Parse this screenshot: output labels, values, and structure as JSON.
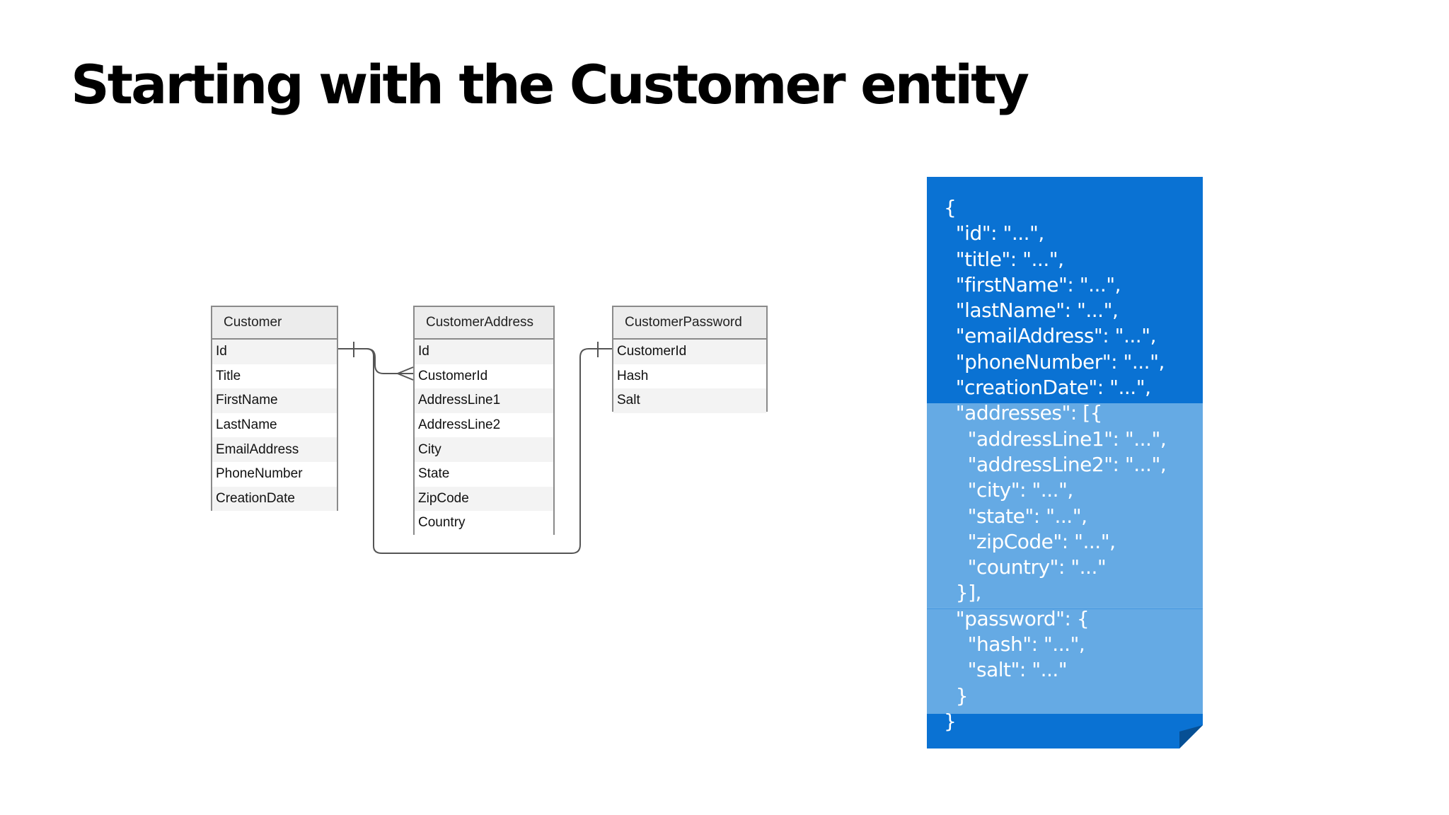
{
  "slide": {
    "title": "Starting with the Customer entity"
  },
  "colors": {
    "doc_dark": "#0a72d3",
    "doc_light": "#65aae4",
    "doc_fold": "#064f94",
    "entity_border": "#8a8a8a",
    "entity_header": "#ececec"
  },
  "entities": [
    {
      "name": "Customer",
      "fields": [
        "Id",
        "Title",
        "FirstName",
        "LastName",
        "EmailAddress",
        "PhoneNumber",
        "CreationDate"
      ]
    },
    {
      "name": "CustomerAddress",
      "fields": [
        "Id",
        "CustomerId",
        "AddressLine1",
        "AddressLine2",
        "City",
        "State",
        "ZipCode",
        "Country"
      ]
    },
    {
      "name": "CustomerPassword",
      "fields": [
        "CustomerId",
        "Hash",
        "Salt"
      ]
    }
  ],
  "relationships": [
    {
      "from": "Customer.Id",
      "to": "CustomerAddress.CustomerId",
      "type": "one-to-many"
    },
    {
      "from": "Customer.Id",
      "to": "CustomerPassword.CustomerId",
      "type": "one-to-one"
    }
  ],
  "json_document": {
    "lines": [
      "{",
      "  \"id\": \"...\",",
      "  \"title\": \"...\",",
      "  \"firstName\": \"...\",",
      "  \"lastName\": \"...\",",
      "  \"emailAddress\": \"...\",",
      "  \"phoneNumber\": \"...\",",
      "  \"creationDate\": \"...\",",
      "  \"addresses\": [{",
      "    \"addressLine1\": \"...\",",
      "    \"addressLine2\": \"...\",",
      "    \"city\": \"...\",",
      "    \"state\": \"...\",",
      "    \"zipCode\": \"...\",",
      "    \"country\": \"...\"",
      "  }],",
      "  \"password\": {",
      "    \"hash\": \"...\",",
      "    \"salt\": \"...\"",
      "  }",
      "}"
    ]
  }
}
